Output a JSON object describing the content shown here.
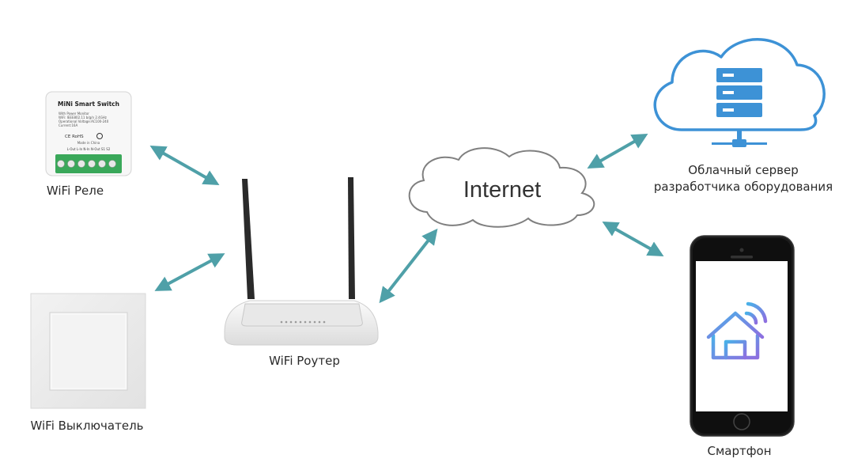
{
  "nodes": {
    "relay": {
      "label": "WiFi Реле",
      "title": "MiNi  Smart  Switch",
      "spec_lines": [
        "With Power Monitor",
        "WiFi: IEEE802.11 b/g/n 2.4GHz",
        "Operational Voltage:AC100-240",
        "Current:16A"
      ],
      "marks": "CE  RoHS",
      "made_in": "Made in China",
      "terminals": "L-Out  L-In  N-In  N-Out  S1   S2"
    },
    "switch": {
      "label": "WiFi Выключатель"
    },
    "router": {
      "label": "WiFi Роутер"
    },
    "internet": {
      "label": "Internet"
    },
    "cloud": {
      "label_line1": "Облачный сервер",
      "label_line2": "разработчика оборудования"
    },
    "phone": {
      "label": "Смартфон"
    }
  },
  "colors": {
    "arrow": "#4fa0a8",
    "cloud_stroke": "#3d92d6",
    "server_fill": "#3d92d6",
    "app_gradient_start": "#4ab0e8",
    "app_gradient_end": "#8d6fe0",
    "antenna": "#2a2a2a",
    "relay_terminal": "#3aa85a"
  }
}
